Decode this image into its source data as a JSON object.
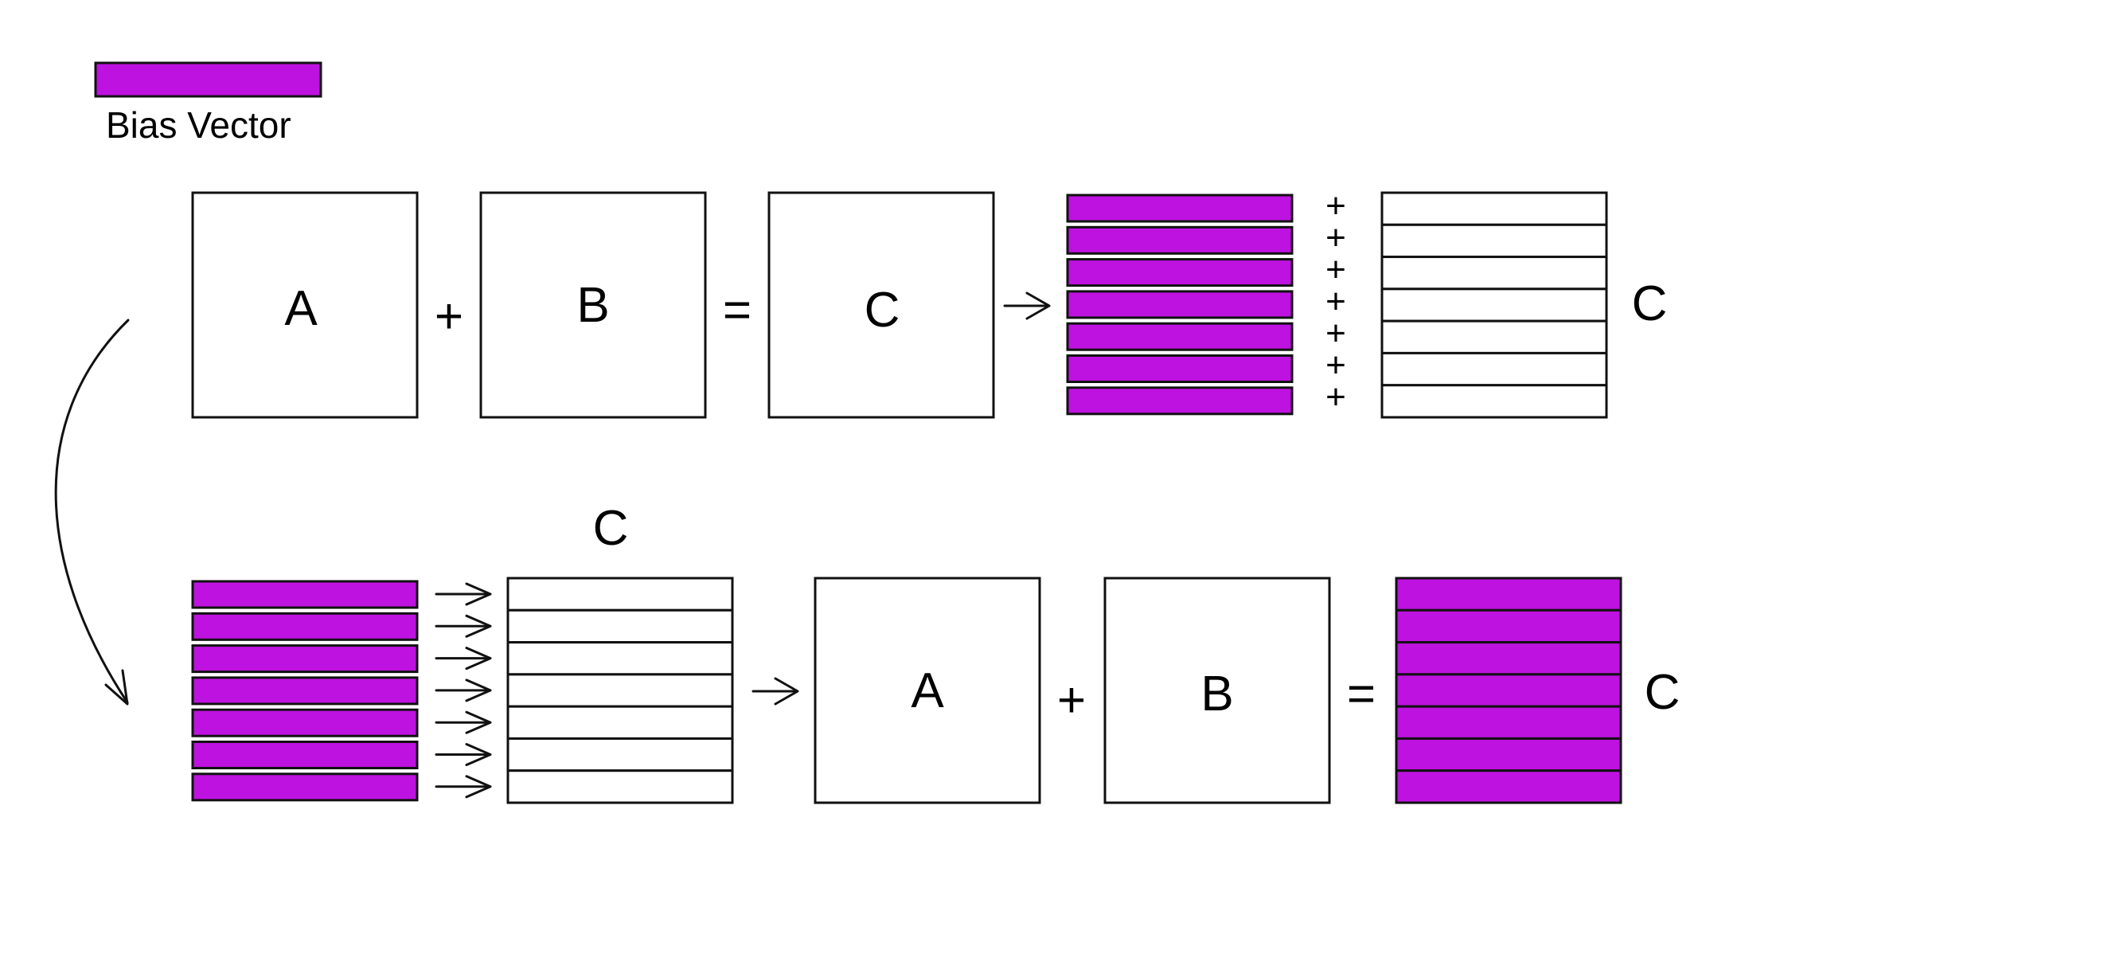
{
  "colors": {
    "bias": "#BE12E0",
    "stroke": "#111111",
    "background": "#FFFFFF"
  },
  "legend": {
    "label": "Bias Vector"
  },
  "top_row": {
    "matrix_a": "A",
    "plus": "+",
    "matrix_b": "B",
    "equals": "=",
    "matrix_c": "C",
    "row_plus": [
      "+",
      "+",
      "+",
      "+",
      "+",
      "+",
      "+"
    ],
    "result_label": "C"
  },
  "bottom_row": {
    "c_label": "C",
    "matrix_a": "A",
    "plus": "+",
    "matrix_b": "B",
    "equals": "=",
    "result_label": "C"
  }
}
